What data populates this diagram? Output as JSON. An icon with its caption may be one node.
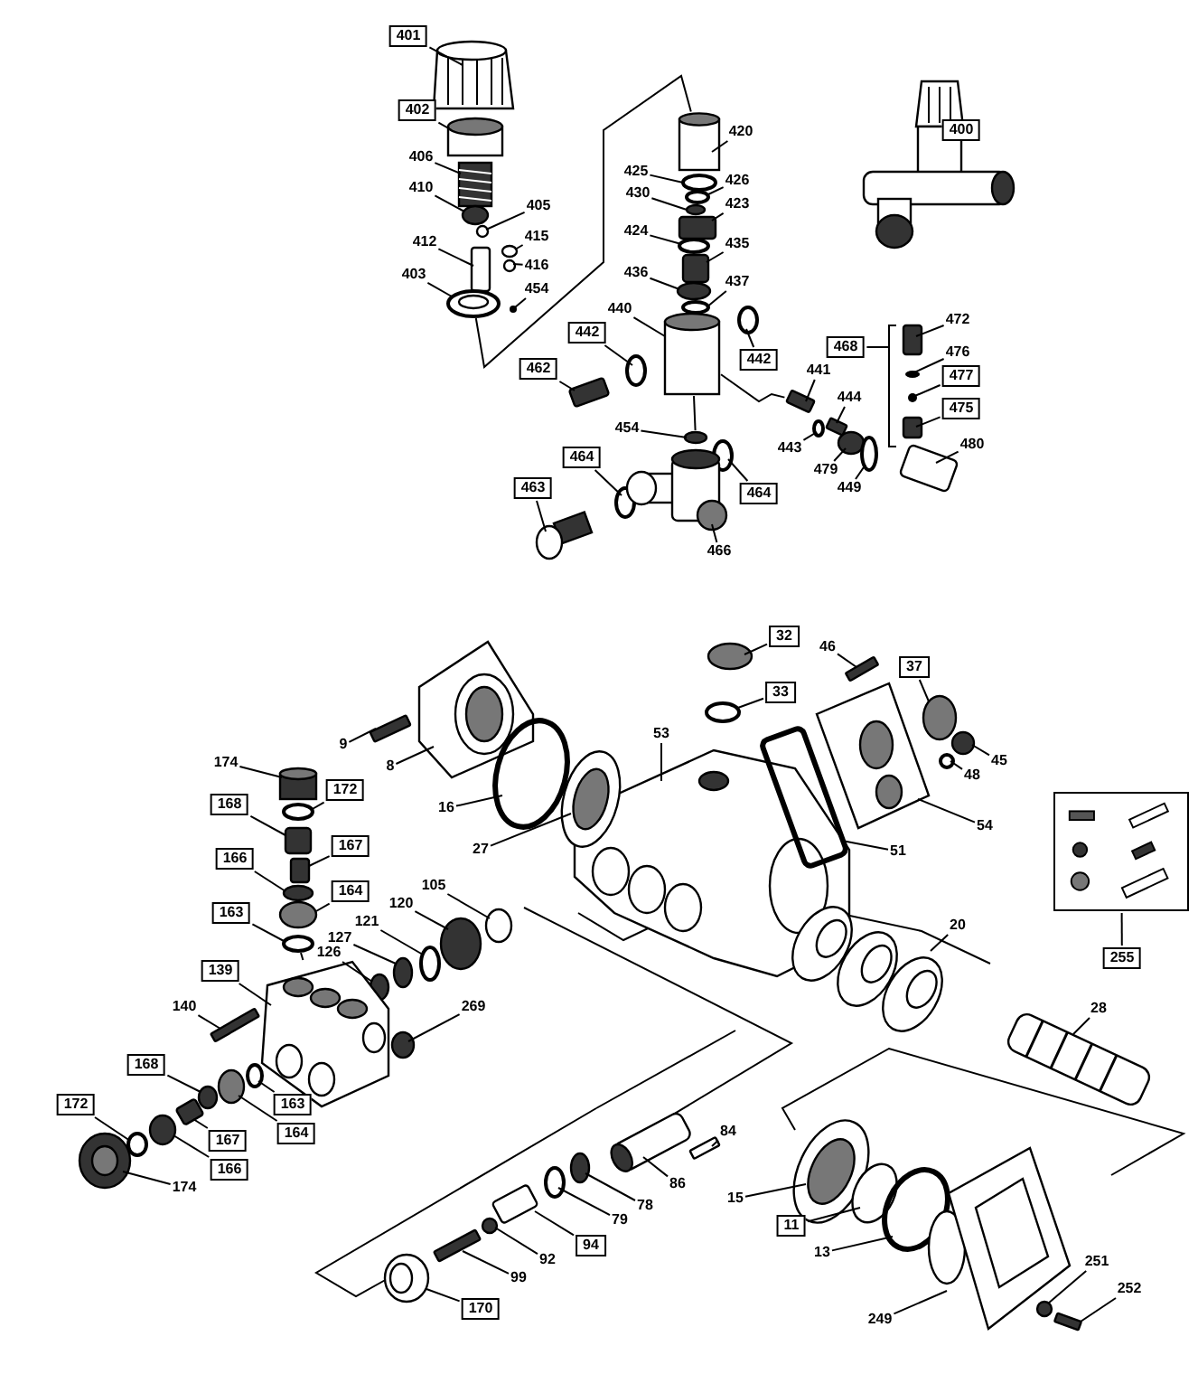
{
  "diagram": {
    "nodes": [
      {
        "text": [
          "401"
        ]
      },
      {
        "text": [
          "400"
        ]
      },
      {
        "text": [
          "402"
        ]
      },
      {
        "text": [
          "420"
        ]
      },
      {
        "text": [
          "406"
        ]
      },
      {
        "text": [
          "425"
        ]
      },
      {
        "text": [
          "426"
        ]
      },
      {
        "text": [
          "410"
        ]
      },
      {
        "text": [
          "430"
        ]
      },
      {
        "text": [
          "423"
        ]
      },
      {
        "text": [
          "405"
        ]
      },
      {
        "text": [
          "424"
        ]
      },
      {
        "text": [
          "415"
        ]
      },
      {
        "text": [
          "412"
        ]
      },
      {
        "text": [
          "435"
        ]
      },
      {
        "text": [
          "416"
        ]
      },
      {
        "text": [
          "436"
        ]
      },
      {
        "text": [
          "437"
        ]
      },
      {
        "text": [
          "403"
        ]
      },
      {
        "text": [
          "454"
        ]
      },
      {
        "text": [
          "440"
        ]
      },
      {
        "text": [
          "472"
        ]
      },
      {
        "text": [
          "442"
        ]
      },
      {
        "text": [
          "468"
        ]
      },
      {
        "text": [
          "476"
        ]
      },
      {
        "text": [
          "442"
        ]
      },
      {
        "text": [
          "441"
        ]
      },
      {
        "text": [
          "477"
        ]
      },
      {
        "text": [
          "462"
        ]
      },
      {
        "text": [
          "444"
        ]
      },
      {
        "text": [
          "475"
        ]
      },
      {
        "text": [
          "454"
        ]
      },
      {
        "text": [
          "480"
        ]
      },
      {
        "text": [
          "443"
        ]
      },
      {
        "text": [
          "464"
        ]
      },
      {
        "text": [
          "479"
        ]
      },
      {
        "text": [
          "449"
        ]
      },
      {
        "text": [
          "463"
        ]
      },
      {
        "text": [
          "464"
        ]
      },
      {
        "text": [
          "466"
        ]
      },
      {
        "text": [
          "32"
        ]
      },
      {
        "text": [
          "46"
        ]
      },
      {
        "text": [
          "37"
        ]
      },
      {
        "text": [
          "33"
        ]
      },
      {
        "text": [
          "53"
        ]
      },
      {
        "text": [
          "9"
        ]
      },
      {
        "text": [
          "45"
        ]
      },
      {
        "text": [
          "174"
        ]
      },
      {
        "text": [
          "8"
        ]
      },
      {
        "text": [
          "48"
        ]
      },
      {
        "text": [
          "172"
        ]
      },
      {
        "text": [
          "168"
        ]
      },
      {
        "text": [
          "16"
        ]
      },
      {
        "text": [
          "54"
        ]
      },
      {
        "text": [
          "27"
        ]
      },
      {
        "text": [
          "167"
        ]
      },
      {
        "text": [
          "51"
        ]
      },
      {
        "text": [
          "166"
        ]
      },
      {
        "text": [
          "105"
        ]
      },
      {
        "text": [
          "164"
        ]
      },
      {
        "text": [
          "120"
        ]
      },
      {
        "text": [
          "163"
        ]
      },
      {
        "text": [
          "121"
        ]
      },
      {
        "text": [
          "20"
        ]
      },
      {
        "text": [
          "127"
        ]
      },
      {
        "text": [],
        "shape": "box"
      },
      {
        "text": [
          "255"
        ]
      },
      {
        "text": [
          "126"
        ]
      },
      {
        "text": [
          "139"
        ]
      },
      {
        "text": [
          "140"
        ]
      },
      {
        "text": [
          "269"
        ]
      },
      {
        "text": [
          "28"
        ]
      },
      {
        "text": [
          "168"
        ]
      },
      {
        "text": [
          "163"
        ]
      },
      {
        "text": [
          "172"
        ]
      },
      {
        "text": [
          "84"
        ]
      },
      {
        "text": [
          "164"
        ]
      },
      {
        "text": [
          "167"
        ]
      },
      {
        "text": [
          "166"
        ]
      },
      {
        "text": [
          "86"
        ]
      },
      {
        "text": [
          "174"
        ]
      },
      {
        "text": [
          "15"
        ]
      },
      {
        "text": [
          "78"
        ]
      },
      {
        "text": [
          "79"
        ]
      },
      {
        "text": [
          "11"
        ]
      },
      {
        "text": [
          "94"
        ]
      },
      {
        "text": [
          "13"
        ]
      },
      {
        "text": [
          "92"
        ]
      },
      {
        "text": [
          "251"
        ]
      },
      {
        "text": [
          "99"
        ]
      },
      {
        "text": [
          "252"
        ]
      },
      {
        "text": [
          "170"
        ]
      },
      {
        "text": [
          "249"
        ]
      },
      {
        "text": [],
        "shape": "picture"
      },
      {
        "text": [],
        "shape": "cylinder"
      },
      {
        "text": [],
        "shape": "cylinder"
      },
      {
        "text": [],
        "shape": "picture"
      },
      {
        "text": [],
        "shape": "circle"
      },
      {
        "text": [],
        "shape": "circle"
      },
      {
        "text": [],
        "shape": "circle"
      },
      {
        "text": [],
        "shape": "circle"
      },
      {
        "text": [],
        "shape": "box"
      },
      {
        "text": [],
        "shape": "circle"
      },
      {
        "text": [],
        "shape": "circle"
      },
      {
        "text": [],
        "shape": "circle"
      },
      {
        "text": [],
        "shape": "box"
      },
      {
        "text": [],
        "shape": "box"
      },
      {
        "text": [],
        "shape": "circle"
      },
      {
        "text": [],
        "shape": "circle"
      },
      {
        "text": [],
        "shape": "circle"
      },
      {
        "text": [],
        "shape": "picture"
      },
      {
        "text": [],
        "shape": "circle"
      },
      {
        "text": [],
        "shape": "cylinder"
      },
      {
        "text": [],
        "shape": "box"
      },
      {
        "text": [],
        "shape": "circle"
      },
      {
        "text": [],
        "shape": "picture"
      },
      {
        "text": [],
        "shape": "circle"
      },
      {
        "text": [],
        "shape": "circle"
      },
      {
        "text": [],
        "shape": "box"
      },
      {
        "text": [],
        "shape": "circle"
      },
      {
        "text": [],
        "shape": "box"
      },
      {
        "text": [],
        "shape": "box"
      },
      {
        "text": [],
        "shape": "box"
      },
      {
        "text": [],
        "shape": "circle"
      },
      {
        "text": [],
        "shape": "box"
      },
      {
        "text": [],
        "shape": "circle"
      },
      {
        "text": [],
        "shape": "circle"
      },
      {
        "text": [],
        "shape": "circle"
      },
      {
        "text": [],
        "shape": "circle"
      },
      {
        "text": [],
        "shape": "picture"
      },
      {
        "text": [],
        "shape": "circle"
      },
      {
        "text": [],
        "shape": "picture"
      },
      {
        "text": [],
        "shape": "circle"
      },
      {
        "text": [],
        "shape": "box"
      },
      {
        "text": [],
        "shape": "circle"
      },
      {
        "text": [],
        "shape": "circle"
      },
      {
        "text": [],
        "shape": "picture"
      },
      {
        "text": [],
        "shape": "box"
      },
      {
        "text": [],
        "shape": "circle"
      },
      {
        "text": [],
        "shape": "cylinder"
      },
      {
        "text": [],
        "shape": "picture"
      },
      {
        "text": [],
        "shape": "circle"
      },
      {
        "text": [],
        "shape": "circle"
      },
      {
        "text": [],
        "shape": "box"
      },
      {
        "text": [],
        "shape": "circle"
      },
      {
        "text": [],
        "shape": "picture"
      },
      {
        "text": [],
        "shape": "picture"
      },
      {
        "text": [],
        "shape": "box"
      },
      {
        "text": [],
        "shape": "box"
      },
      {
        "text": [],
        "shape": "circle"
      },
      {
        "text": [],
        "shape": "circle"
      },
      {
        "text": [],
        "shape": "circle"
      },
      {
        "text": [],
        "shape": "circle"
      },
      {
        "text": [],
        "shape": "circle"
      },
      {
        "text": [],
        "shape": "circle"
      },
      {
        "text": [],
        "shape": "picture"
      },
      {
        "text": [],
        "shape": "circle"
      },
      {
        "text": [],
        "shape": "circle"
      },
      {
        "text": [],
        "shape": "picture"
      },
      {
        "text": [],
        "shape": "box"
      },
      {
        "text": [],
        "shape": "circle"
      },
      {
        "text": [],
        "shape": "picture"
      },
      {
        "text": [],
        "shape": "circle"
      },
      {
        "text": [],
        "shape": "circle"
      },
      {
        "text": [],
        "shape": "circle"
      },
      {
        "text": [],
        "shape": "box"
      },
      {
        "text": [],
        "shape": "circle"
      },
      {
        "text": [],
        "shape": "box"
      },
      {
        "text": [],
        "shape": "circle"
      },
      {
        "text": [],
        "shape": "picture"
      },
      {
        "text": [],
        "shape": "picture"
      },
      {
        "text": [],
        "shape": "picture"
      },
      {
        "text": [],
        "shape": "circle"
      },
      {
        "text": [],
        "shape": "circle"
      },
      {
        "text": [],
        "shape": "circle"
      },
      {
        "text": [],
        "shape": "box"
      },
      {
        "text": [],
        "shape": "circle"
      },
      {
        "text": [],
        "shape": "circle"
      },
      {
        "text": [],
        "shape": "circle"
      },
      {
        "text": [],
        "shape": "box"
      },
      {
        "text": [],
        "shape": "box"
      },
      {
        "text": [],
        "shape": "picture"
      },
      {
        "text": [],
        "shape": "picture"
      }
    ],
    "edges": [
      {
        "from": 0,
        "to": 93,
        "arrow": "none"
      },
      {
        "from": 2,
        "to": 94,
        "arrow": "none"
      },
      {
        "from": 3,
        "to": 95,
        "arrow": "none"
      },
      {
        "from": 4,
        "to": 96,
        "arrow": "none"
      },
      {
        "from": 5,
        "to": 97,
        "arrow": "none"
      },
      {
        "from": 6,
        "to": 98,
        "arrow": "none"
      },
      {
        "from": 7,
        "to": 99,
        "arrow": "none"
      },
      {
        "from": 8,
        "to": 100,
        "arrow": "none"
      },
      {
        "from": 9,
        "to": 101,
        "arrow": "none"
      },
      {
        "from": 10,
        "to": 102,
        "arrow": "none"
      },
      {
        "from": 11,
        "to": 103,
        "arrow": "none"
      },
      {
        "from": 12,
        "to": 104,
        "arrow": "none"
      },
      {
        "from": 13,
        "to": 105,
        "arrow": "none"
      },
      {
        "from": 14,
        "to": 106,
        "arrow": "none"
      },
      {
        "from": 15,
        "to": 107,
        "arrow": "none"
      },
      {
        "from": 16,
        "to": 108,
        "arrow": "none"
      },
      {
        "from": 17,
        "to": 109,
        "arrow": "none"
      },
      {
        "from": 18,
        "to": 110,
        "arrow": "none"
      },
      {
        "from": 19,
        "to": 111,
        "arrow": "none"
      },
      {
        "from": 20,
        "to": 112,
        "arrow": "none"
      },
      {
        "from": 21,
        "to": 113,
        "arrow": "none"
      },
      {
        "from": 22,
        "to": 114,
        "arrow": "none"
      },
      {
        "from": 23,
        "to": 115,
        "arrow": "none"
      },
      {
        "from": 24,
        "to": 116,
        "arrow": "none"
      },
      {
        "from": 25,
        "to": 117,
        "arrow": "none"
      },
      {
        "from": 26,
        "to": 118,
        "arrow": "none"
      },
      {
        "from": 27,
        "to": 119,
        "arrow": "none"
      },
      {
        "from": 28,
        "to": 120,
        "arrow": "none"
      },
      {
        "from": 29,
        "to": 121,
        "arrow": "none"
      },
      {
        "from": 30,
        "to": 122,
        "arrow": "none"
      },
      {
        "from": 31,
        "to": 123,
        "arrow": "none"
      },
      {
        "from": 32,
        "to": 124,
        "arrow": "none"
      },
      {
        "from": 33,
        "to": 125,
        "arrow": "none"
      },
      {
        "from": 34,
        "to": 126,
        "arrow": "none"
      },
      {
        "from": 35,
        "to": 127,
        "arrow": "none"
      },
      {
        "from": 36,
        "to": 128,
        "arrow": "none"
      },
      {
        "from": 37,
        "to": 129,
        "arrow": "none"
      },
      {
        "from": 38,
        "to": 130,
        "arrow": "none"
      },
      {
        "from": 39,
        "to": 131,
        "arrow": "none"
      },
      {
        "from": 40,
        "to": 132,
        "arrow": "none"
      },
      {
        "from": 41,
        "to": 133,
        "arrow": "none"
      },
      {
        "from": 42,
        "to": 134,
        "arrow": "none"
      },
      {
        "from": 43,
        "to": 135,
        "arrow": "none"
      },
      {
        "from": 44,
        "to": 136,
        "arrow": "none"
      },
      {
        "from": 45,
        "to": 137,
        "arrow": "none"
      },
      {
        "from": 46,
        "to": 138,
        "arrow": "none"
      },
      {
        "from": 47,
        "to": 139,
        "arrow": "none"
      },
      {
        "from": 48,
        "to": 140,
        "arrow": "none"
      },
      {
        "from": 49,
        "to": 141,
        "arrow": "none"
      },
      {
        "from": 50,
        "to": 142,
        "arrow": "none"
      },
      {
        "from": 51,
        "to": 143,
        "arrow": "none"
      },
      {
        "from": 52,
        "to": 144,
        "arrow": "none"
      },
      {
        "from": 53,
        "to": 145,
        "arrow": "none"
      },
      {
        "from": 54,
        "to": 146,
        "arrow": "none"
      },
      {
        "from": 55,
        "to": 147,
        "arrow": "none"
      },
      {
        "from": 56,
        "to": 148,
        "arrow": "none"
      },
      {
        "from": 57,
        "to": 149,
        "arrow": "none"
      },
      {
        "from": 58,
        "to": 150,
        "arrow": "none"
      },
      {
        "from": 59,
        "to": 151,
        "arrow": "none"
      },
      {
        "from": 60,
        "to": 152,
        "arrow": "none"
      },
      {
        "from": 61,
        "to": 153,
        "arrow": "none"
      },
      {
        "from": 62,
        "to": 154,
        "arrow": "none"
      },
      {
        "from": 63,
        "to": 155,
        "arrow": "none"
      },
      {
        "from": 64,
        "to": 156,
        "arrow": "none"
      },
      {
        "from": 66,
        "to": 65,
        "arrow": "none"
      },
      {
        "from": 67,
        "to": 157,
        "arrow": "none"
      },
      {
        "from": 68,
        "to": 158,
        "arrow": "none"
      },
      {
        "from": 69,
        "to": 159,
        "arrow": "none"
      },
      {
        "from": 70,
        "to": 160,
        "arrow": "none"
      },
      {
        "from": 71,
        "to": 161,
        "arrow": "none"
      },
      {
        "from": 72,
        "to": 162,
        "arrow": "none"
      },
      {
        "from": 73,
        "to": 163,
        "arrow": "none"
      },
      {
        "from": 74,
        "to": 164,
        "arrow": "none"
      },
      {
        "from": 75,
        "to": 165,
        "arrow": "none"
      },
      {
        "from": 76,
        "to": 166,
        "arrow": "none"
      },
      {
        "from": 77,
        "to": 167,
        "arrow": "none"
      },
      {
        "from": 78,
        "to": 168,
        "arrow": "none"
      },
      {
        "from": 79,
        "to": 169,
        "arrow": "none"
      },
      {
        "from": 80,
        "to": 170,
        "arrow": "none"
      },
      {
        "from": 81,
        "to": 171,
        "arrow": "none"
      },
      {
        "from": 82,
        "to": 172,
        "arrow": "none"
      },
      {
        "from": 83,
        "to": 173,
        "arrow": "none"
      },
      {
        "from": 84,
        "to": 174,
        "arrow": "none"
      },
      {
        "from": 85,
        "to": 175,
        "arrow": "none"
      },
      {
        "from": 86,
        "to": 176,
        "arrow": "none"
      },
      {
        "from": 87,
        "to": 177,
        "arrow": "none"
      },
      {
        "from": 88,
        "to": 178,
        "arrow": "none"
      },
      {
        "from": 89,
        "to": 179,
        "arrow": "none"
      },
      {
        "from": 90,
        "to": 180,
        "arrow": "none"
      },
      {
        "from": 91,
        "to": 181,
        "arrow": "none"
      },
      {
        "from": 92,
        "to": 182,
        "arrow": "none"
      },
      {
        "from": 95,
        "to": 110,
        "arrow": "none"
      },
      {
        "from": 112,
        "to": 118,
        "arrow": "none"
      },
      {
        "from": 112,
        "to": 123,
        "arrow": "none"
      },
      {
        "from": 153,
        "to": 158,
        "arrow": "none"
      }
    ]
  }
}
